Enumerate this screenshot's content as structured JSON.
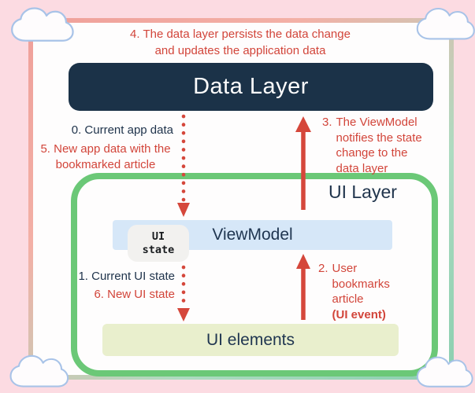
{
  "annotations": {
    "step4": "4. The data layer persists the data change\nand updates the application data",
    "step0": "0. Current app data",
    "step5": "5. New app data with the\nbookmarked article",
    "step3_num": "3.",
    "step3_body": "The ViewModel\nnotifies the state\nchange to the\ndata layer",
    "step1": "1. Current UI state",
    "step6": "6. New UI state",
    "step2_num": "2.",
    "step2_body": "User\nbookmarks\narticle",
    "step2_bold": "(UI event)"
  },
  "boxes": {
    "data_layer": "Data Layer",
    "ui_layer": "UI Layer",
    "viewmodel": "ViewModel",
    "ui_state": "UI\nstate",
    "ui_elements": "UI elements"
  },
  "icons": {
    "corner_decoration": "cloud-icon"
  },
  "arrows": [
    {
      "name": "data-layer-to-viewmodel",
      "style": "dotted",
      "direction": "down"
    },
    {
      "name": "viewmodel-to-data-layer",
      "style": "solid",
      "direction": "up"
    },
    {
      "name": "ui-state-to-ui-elements",
      "style": "dotted",
      "direction": "down"
    },
    {
      "name": "ui-elements-to-viewmodel",
      "style": "solid",
      "direction": "up"
    }
  ],
  "colors": {
    "background_pink": "#fcdbe2",
    "frame_salmon": "#efa09a",
    "frame_mint": "#8bcfb0",
    "data_layer_navy": "#1b3248",
    "ui_layer_green": "#6bc877",
    "viewmodel_blue": "#d6e7f8",
    "ui_elements_yellow_green": "#e9efcd",
    "ui_state_gray": "#f2f1ef",
    "accent_red": "#d2453a",
    "text_navy": "#20344c",
    "cloud_outline_blue": "#a8c3e8"
  }
}
